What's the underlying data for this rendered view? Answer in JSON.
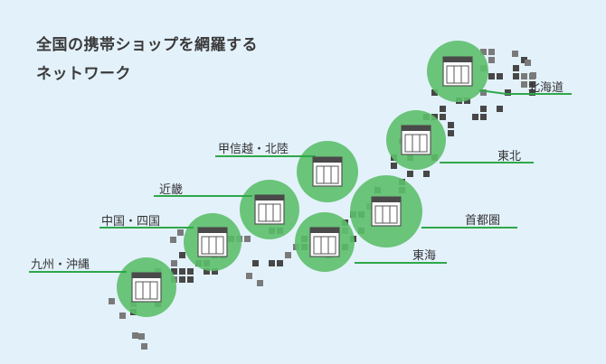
{
  "title": {
    "line1": "全国の携帯ショップを網羅する",
    "line2": "ネットワーク"
  },
  "colors": {
    "background": "#e3f1fb",
    "circle": "#5cbf6a",
    "line": "#2ea84a",
    "tile": "#7a7a7a",
    "tile_dark": "#474747"
  },
  "regions": [
    {
      "id": "hokkaido",
      "label": "北海道"
    },
    {
      "id": "tohoku",
      "label": "東北"
    },
    {
      "id": "shutoken",
      "label": "首都圏"
    },
    {
      "id": "tokai",
      "label": "東海"
    },
    {
      "id": "koshinetsu",
      "label": "甲信越・北陸"
    },
    {
      "id": "kinki",
      "label": "近畿"
    },
    {
      "id": "chugoku",
      "label": "中国・四国"
    },
    {
      "id": "kyushu",
      "label": "九州・沖縄"
    }
  ],
  "icons": {
    "shop": "shop-icon"
  }
}
